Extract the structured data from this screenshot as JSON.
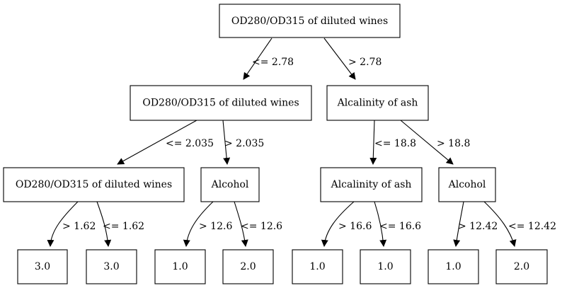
{
  "tree": {
    "nodes": {
      "root": "OD280/OD315 of diluted wines",
      "l1_left": "OD280/OD315 of diluted wines",
      "l1_right": "Alcalinity of ash",
      "l2_ll": "OD280/OD315 of diluted wines",
      "l2_lr": "Alcohol",
      "l2_rl": "Alcalinity of ash",
      "l2_rr": "Alcohol",
      "leaf_1": "3.0",
      "leaf_2": "3.0",
      "leaf_3": "1.0",
      "leaf_4": "2.0",
      "leaf_5": "1.0",
      "leaf_6": "1.0",
      "leaf_7": "1.0",
      "leaf_8": "2.0"
    },
    "edges": {
      "root_l1_left": "<= 2.78",
      "root_l1_right": "> 2.78",
      "l1_left_l2_ll": "<= 2.035",
      "l1_left_l2_lr": "> 2.035",
      "l1_right_l2_rl": "<= 18.8",
      "l1_right_l2_rr": "> 18.8",
      "l2_ll_leaf_1": "> 1.62",
      "l2_ll_leaf_2": "<= 1.62",
      "l2_lr_leaf_3": "> 12.6",
      "l2_lr_leaf_4": "<= 12.6",
      "l2_rl_leaf_5": "> 16.6",
      "l2_rl_leaf_6": "<= 16.6",
      "l2_rr_leaf_7": "> 12.42",
      "l2_rr_leaf_8": "<= 12.42"
    }
  }
}
